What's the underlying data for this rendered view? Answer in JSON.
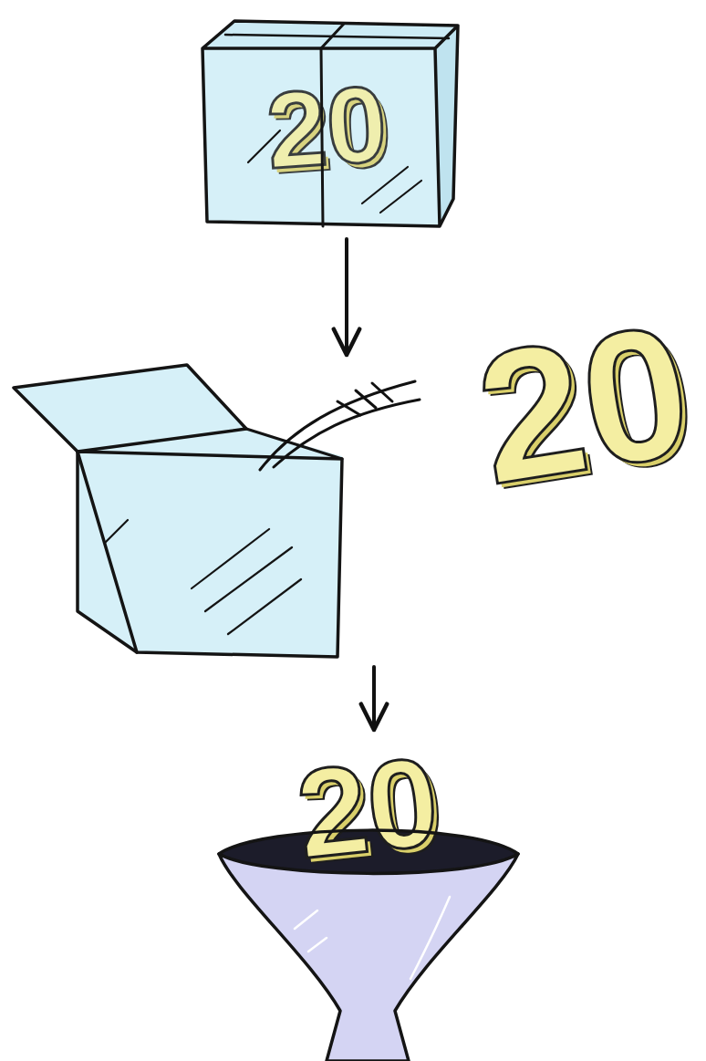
{
  "diagram": {
    "nodes": [
      {
        "text": [
          "20"
        ]
      },
      {
        "text": [
          "20"
        ]
      },
      {
        "text": [
          "20"
        ]
      }
    ],
    "edges": [
      {
        "from": 0,
        "to": 1,
        "arrow": "to"
      },
      {
        "from": 1,
        "to": 2,
        "arrow": "to"
      }
    ]
  }
}
